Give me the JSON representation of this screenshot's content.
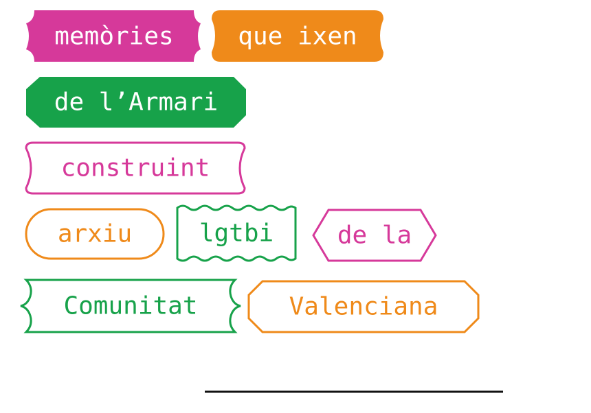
{
  "colors": {
    "magenta": "#d6399a",
    "orange": "#ef8a1a",
    "green": "#17a24a",
    "white": "#ffffff",
    "rule": "#111111"
  },
  "tags": {
    "memories": {
      "text": "memòries",
      "style": "filled",
      "color": "magenta",
      "shape": "notched"
    },
    "que_ixen": {
      "text": "que ixen",
      "style": "filled",
      "color": "orange",
      "shape": "scalloped"
    },
    "armari": {
      "text": "de l’Armari",
      "style": "filled",
      "color": "green",
      "shape": "octagon"
    },
    "construint": {
      "text": "construint",
      "style": "outline",
      "color": "magenta",
      "shape": "scalloped"
    },
    "arxiu": {
      "text": "arxiu",
      "style": "outline",
      "color": "orange",
      "shape": "pill"
    },
    "lgtbi": {
      "text": "lgtbi",
      "style": "outline",
      "color": "green",
      "shape": "wavy"
    },
    "de_la": {
      "text": "de la",
      "style": "outline",
      "color": "magenta",
      "shape": "hexagon"
    },
    "comunitat": {
      "text": "Comunitat",
      "style": "outline",
      "color": "green",
      "shape": "bracketed"
    },
    "valenciana": {
      "text": "Valenciana",
      "style": "outline",
      "color": "orange",
      "shape": "octagon"
    }
  }
}
